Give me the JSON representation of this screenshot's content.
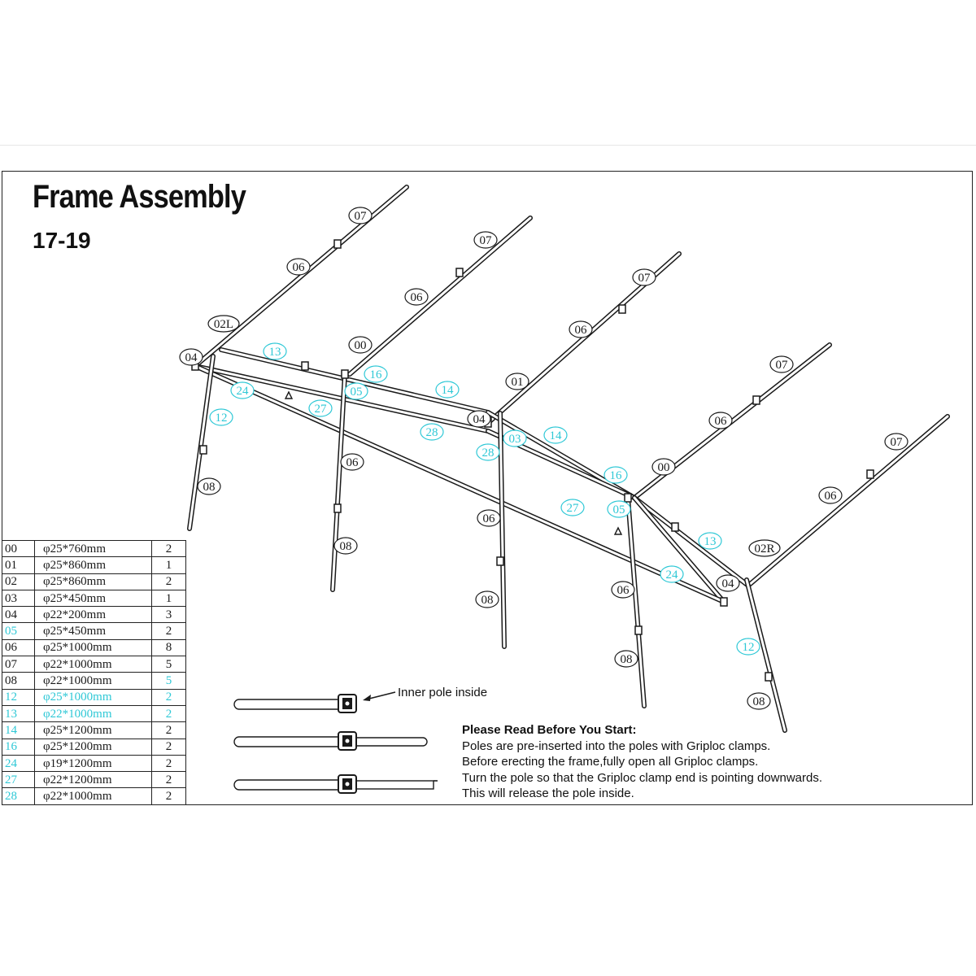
{
  "title": "Frame Assembly",
  "subtitle": "17-19",
  "colors": {
    "line": "#1a1a1a",
    "cyan": "#2ec8d6",
    "black": "#1a1a1a"
  },
  "labels": [
    {
      "text": "07",
      "color": "black"
    },
    {
      "text": "06",
      "color": "black"
    },
    {
      "text": "02L",
      "color": "black"
    },
    {
      "text": "07",
      "color": "black"
    },
    {
      "text": "06",
      "color": "black"
    },
    {
      "text": "00",
      "color": "black"
    },
    {
      "text": "07",
      "color": "black"
    },
    {
      "text": "06",
      "color": "black"
    },
    {
      "text": "01",
      "color": "black"
    },
    {
      "text": "07",
      "color": "black"
    },
    {
      "text": "06",
      "color": "black"
    },
    {
      "text": "00",
      "color": "black"
    },
    {
      "text": "07",
      "color": "black"
    },
    {
      "text": "06",
      "color": "black"
    },
    {
      "text": "02R",
      "color": "black"
    },
    {
      "text": "04",
      "color": "black"
    },
    {
      "text": "04",
      "color": "black"
    },
    {
      "text": "04",
      "color": "black"
    },
    {
      "text": "13",
      "color": "cyan"
    },
    {
      "text": "16",
      "color": "cyan"
    },
    {
      "text": "14",
      "color": "cyan"
    },
    {
      "text": "24",
      "color": "cyan"
    },
    {
      "text": "05",
      "color": "cyan"
    },
    {
      "text": "27",
      "color": "cyan"
    },
    {
      "text": "12",
      "color": "cyan"
    },
    {
      "text": "28",
      "color": "cyan"
    },
    {
      "text": "03",
      "color": "cyan"
    },
    {
      "text": "28",
      "color": "cyan"
    },
    {
      "text": "14",
      "color": "cyan"
    },
    {
      "text": "16",
      "color": "cyan"
    },
    {
      "text": "27",
      "color": "cyan"
    },
    {
      "text": "05",
      "color": "cyan"
    },
    {
      "text": "13",
      "color": "cyan"
    },
    {
      "text": "24",
      "color": "cyan"
    },
    {
      "text": "12",
      "color": "cyan"
    },
    {
      "text": "08",
      "color": "black"
    },
    {
      "text": "06",
      "color": "black"
    },
    {
      "text": "08",
      "color": "black"
    },
    {
      "text": "06",
      "color": "black"
    },
    {
      "text": "08",
      "color": "black"
    },
    {
      "text": "06",
      "color": "black"
    },
    {
      "text": "08",
      "color": "black"
    },
    {
      "text": "08",
      "color": "black"
    }
  ],
  "parts": [
    {
      "code": "00",
      "size": "φ25*760mm",
      "qty": "2",
      "code_color": "black",
      "size_color": "black",
      "qty_color": "black"
    },
    {
      "code": "01",
      "size": "φ25*860mm",
      "qty": "1",
      "code_color": "black",
      "size_color": "black",
      "qty_color": "black"
    },
    {
      "code": "02",
      "size": "φ25*860mm",
      "qty": "2",
      "code_color": "black",
      "size_color": "black",
      "qty_color": "black"
    },
    {
      "code": "03",
      "size": "φ25*450mm",
      "qty": "1",
      "code_color": "black",
      "size_color": "black",
      "qty_color": "black"
    },
    {
      "code": "04",
      "size": "φ22*200mm",
      "qty": "3",
      "code_color": "black",
      "size_color": "black",
      "qty_color": "black"
    },
    {
      "code": "05",
      "size": "φ25*450mm",
      "qty": "2",
      "code_color": "cyan",
      "size_color": "black",
      "qty_color": "black"
    },
    {
      "code": "06",
      "size": "φ25*1000mm",
      "qty": "8",
      "code_color": "black",
      "size_color": "black",
      "qty_color": "black"
    },
    {
      "code": "07",
      "size": "φ22*1000mm",
      "qty": "5",
      "code_color": "black",
      "size_color": "black",
      "qty_color": "black"
    },
    {
      "code": "08",
      "size": "φ22*1000mm",
      "qty": "5",
      "code_color": "black",
      "size_color": "black",
      "qty_color": "cyan"
    },
    {
      "code": "12",
      "size": "φ25*1000mm",
      "qty": "2",
      "code_color": "cyan",
      "size_color": "cyan",
      "qty_color": "cyan"
    },
    {
      "code": "13",
      "size": "φ22*1000mm",
      "qty": "2",
      "code_color": "cyan",
      "size_color": "cyan",
      "qty_color": "cyan"
    },
    {
      "code": "14",
      "size": "φ25*1200mm",
      "qty": "2",
      "code_color": "cyan",
      "size_color": "black",
      "qty_color": "black"
    },
    {
      "code": "16",
      "size": "φ25*1200mm",
      "qty": "2",
      "code_color": "cyan",
      "size_color": "black",
      "qty_color": "black"
    },
    {
      "code": "24",
      "size": "φ19*1200mm",
      "qty": "2",
      "code_color": "cyan",
      "size_color": "black",
      "qty_color": "black"
    },
    {
      "code": "27",
      "size": "φ22*1200mm",
      "qty": "2",
      "code_color": "cyan",
      "size_color": "black",
      "qty_color": "black"
    },
    {
      "code": "28",
      "size": "φ22*1000mm",
      "qty": "2",
      "code_color": "cyan",
      "size_color": "black",
      "qty_color": "black"
    }
  ],
  "inner_pole_note": "Inner pole inside",
  "instructions": {
    "heading": "Please Read Before You Start:",
    "lines": [
      "Poles are pre-inserted into the poles with Griploc clamps.",
      "Before erecting the frame,fully open all Griploc clamps.",
      "Turn the pole so that the Griploc clamp end is pointing downwards.",
      "This will release the pole inside."
    ]
  }
}
